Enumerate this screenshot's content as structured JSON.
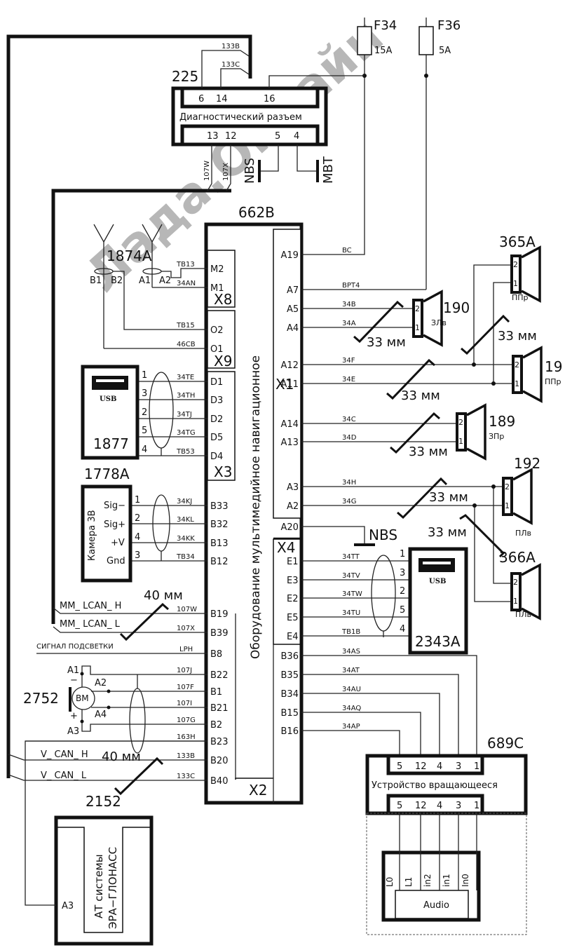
{
  "watermark": "Лада.Онлайн",
  "fuses": [
    {
      "id": "F34",
      "rating": "15A"
    },
    {
      "id": "F36",
      "rating": "5A"
    }
  ],
  "diag_connector": {
    "ref": "225",
    "title": "Диагностический разъем",
    "top_pins": [
      "6",
      "14",
      "16"
    ],
    "bottom_pins": [
      "13",
      "12",
      "5",
      "4"
    ],
    "wires": {
      "pin6": "133B",
      "pin14": "133C",
      "pin13": "107W",
      "pin12": "107X"
    },
    "grounds": [
      "NBS",
      "MBT"
    ]
  },
  "head_unit": {
    "ref": "662B",
    "title": "Оборудование мультимедийное навигационное",
    "connectors": {
      "x8": "X8",
      "x9": "X9",
      "x3": "X3",
      "x1": "X1",
      "x4": "X4",
      "x2": "X2"
    },
    "left_pins": [
      "M2",
      "M1",
      "O2",
      "O1",
      "D1",
      "D3",
      "D2",
      "D5",
      "D4",
      "B33",
      "B32",
      "B13",
      "B12",
      "B19",
      "B39",
      "B8",
      "B22",
      "B1",
      "B21",
      "B2",
      "B23",
      "B20",
      "B40"
    ],
    "right_pins": [
      "A19",
      "A7",
      "A5",
      "A4",
      "A12",
      "A11",
      "A14",
      "A13",
      "A3",
      "A2",
      "A20",
      "E1",
      "E3",
      "E2",
      "E5",
      "E4",
      "B36",
      "B35",
      "B34",
      "B15",
      "B16"
    ]
  },
  "antenna": {
    "ref": "1874A",
    "pins": [
      "B1",
      "B2",
      "A1",
      "A2"
    ]
  },
  "left_wires": {
    "M2": "TB13",
    "M1": "34AN",
    "O2": "TB15",
    "O1": "46CB",
    "D1": "34TE",
    "D3": "34TH",
    "D2": "34TJ",
    "D5": "34TG",
    "D4": "TB53",
    "B33": "34KJ",
    "B32": "34KL",
    "B13": "34KK",
    "B12": "TB34",
    "B19": "107W",
    "B39": "107X",
    "B8": "LPH",
    "B22": "107J",
    "B1": "107F",
    "B21": "107I",
    "B2": "107G",
    "B23": "163H",
    "B20": "133B",
    "B40": "133C"
  },
  "right_wires": {
    "A19": "BC",
    "A7": "BPT4",
    "A5": "34B",
    "A4": "34A",
    "A12": "34F",
    "A11": "34E",
    "A14": "34C",
    "A13": "34D",
    "A3": "34H",
    "A2": "34G",
    "E1": "34TT",
    "E3": "34TV",
    "E2": "34TW",
    "E5": "34TU",
    "E4": "TB1B",
    "B36": "34AS",
    "B35": "34AT",
    "B34": "34AU",
    "B15": "34AQ",
    "B16": "34AP"
  },
  "usb_1877": {
    "ref": "1877",
    "label": "USB",
    "pins": [
      "1",
      "3",
      "2",
      "5",
      "4"
    ]
  },
  "camera": {
    "ref": "1778A",
    "title": "Камера 3В",
    "pins": [
      {
        "name": "Sig−",
        "num": "1"
      },
      {
        "name": "Sig+",
        "num": "2"
      },
      {
        "name": "+V",
        "num": "4"
      },
      {
        "name": "Gnd",
        "num": "3"
      }
    ]
  },
  "can_labels": {
    "mm_h": "MM_ LCAN_ H",
    "mm_l": "MM_ LCAN_ L",
    "backlight": "СИГНАЛ ПОДСВЕТКИ",
    "v_h": "V_ CAN_ H",
    "v_l": "V_ CAN_ L"
  },
  "twist_lengths": {
    "lcan": "40 мм",
    "vcan": "40 мм",
    "spk": "33 мм"
  },
  "mic": {
    "ref": "2752",
    "label": "BM",
    "pins": [
      "A1",
      "A2",
      "A4",
      "A3"
    ],
    "minus": "−",
    "plus": "+"
  },
  "glonass": {
    "ref": "2152",
    "title_line1": "АТ системы",
    "title_line2": "ЭРА−ГЛОНАСС",
    "pin": "A3"
  },
  "nbs_ground": "NBS",
  "speakers": [
    {
      "ref": "190",
      "pos": "ЗЛв",
      "pins": [
        "2",
        "1"
      ]
    },
    {
      "ref": "365A",
      "pos": "ППр",
      "pins": [
        "2",
        "1"
      ]
    },
    {
      "ref": "19",
      "pos": "ППр",
      "pins": [
        "2",
        "1"
      ]
    },
    {
      "ref": "189",
      "pos": "ЗПр",
      "pins": [
        "2",
        "1"
      ]
    },
    {
      "ref": "192",
      "pos": "ПЛв",
      "pins": [
        "2",
        "1"
      ]
    },
    {
      "ref": "366A",
      "pos": "ПЛв",
      "pins": [
        "2",
        "1"
      ]
    }
  ],
  "usb_2343": {
    "ref": "2343A",
    "label": "USB",
    "pins": [
      "1",
      "3",
      "2",
      "5",
      "4"
    ]
  },
  "rotator": {
    "ref": "689C",
    "title": "Устройство вращающееся",
    "pins": [
      "5",
      "12",
      "4",
      "3",
      "1"
    ],
    "audio_pins": [
      "L0",
      "L1",
      "in2",
      "in1",
      "In0"
    ],
    "audio_label": "Audio"
  }
}
